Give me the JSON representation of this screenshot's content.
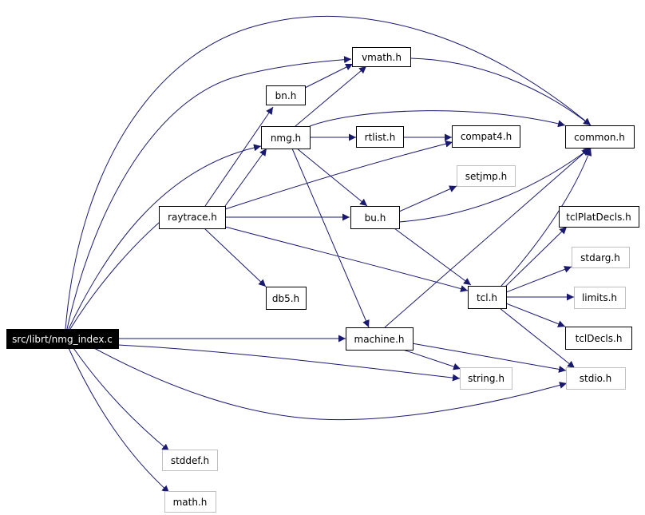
{
  "nodes": {
    "root": "src/librt/nmg_index.c",
    "vmath": "vmath.h",
    "bn": "bn.h",
    "nmg": "nmg.h",
    "rtlist": "rtlist.h",
    "compat4": "compat4.h",
    "common": "common.h",
    "setjmp": "setjmp.h",
    "raytrace": "raytrace.h",
    "bu": "bu.h",
    "tclplat": "tclPlatDecls.h",
    "stdarg": "stdarg.h",
    "db5": "db5.h",
    "tcl": "tcl.h",
    "limits": "limits.h",
    "machine": "machine.h",
    "tcldecls": "tclDecls.h",
    "stdio": "stdio.h",
    "string": "string.h",
    "stddef": "stddef.h",
    "math": "math.h"
  }
}
